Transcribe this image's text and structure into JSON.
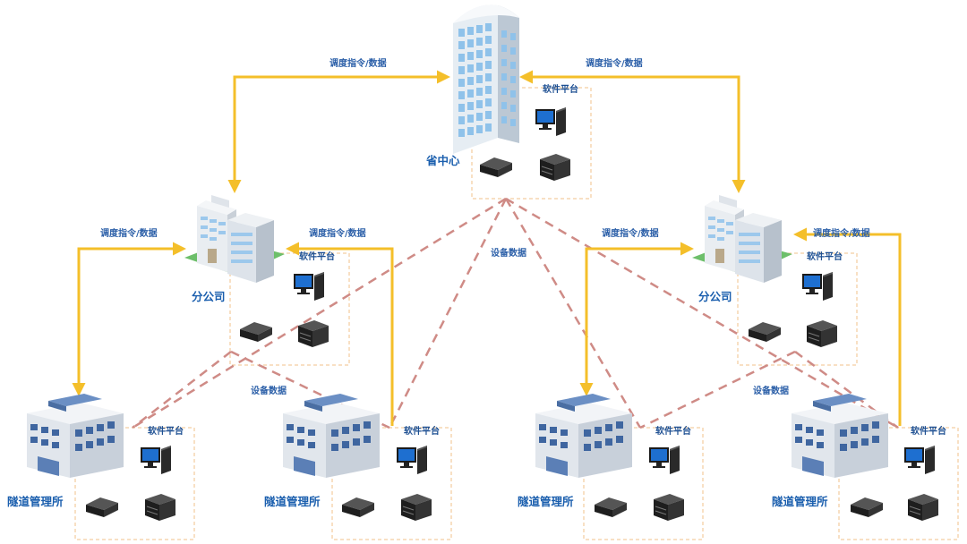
{
  "labels": {
    "cmd": "调度指令/数据",
    "device": "设备数据",
    "software": "软件平台",
    "province": "省中心",
    "branch": "分公司",
    "tunnel": "隧道管理所"
  },
  "colors": {
    "command_line": "#f4bf2a",
    "device_line": "#cf8b86",
    "software_box": "#f0c089",
    "label_text": "#1b5fae"
  }
}
